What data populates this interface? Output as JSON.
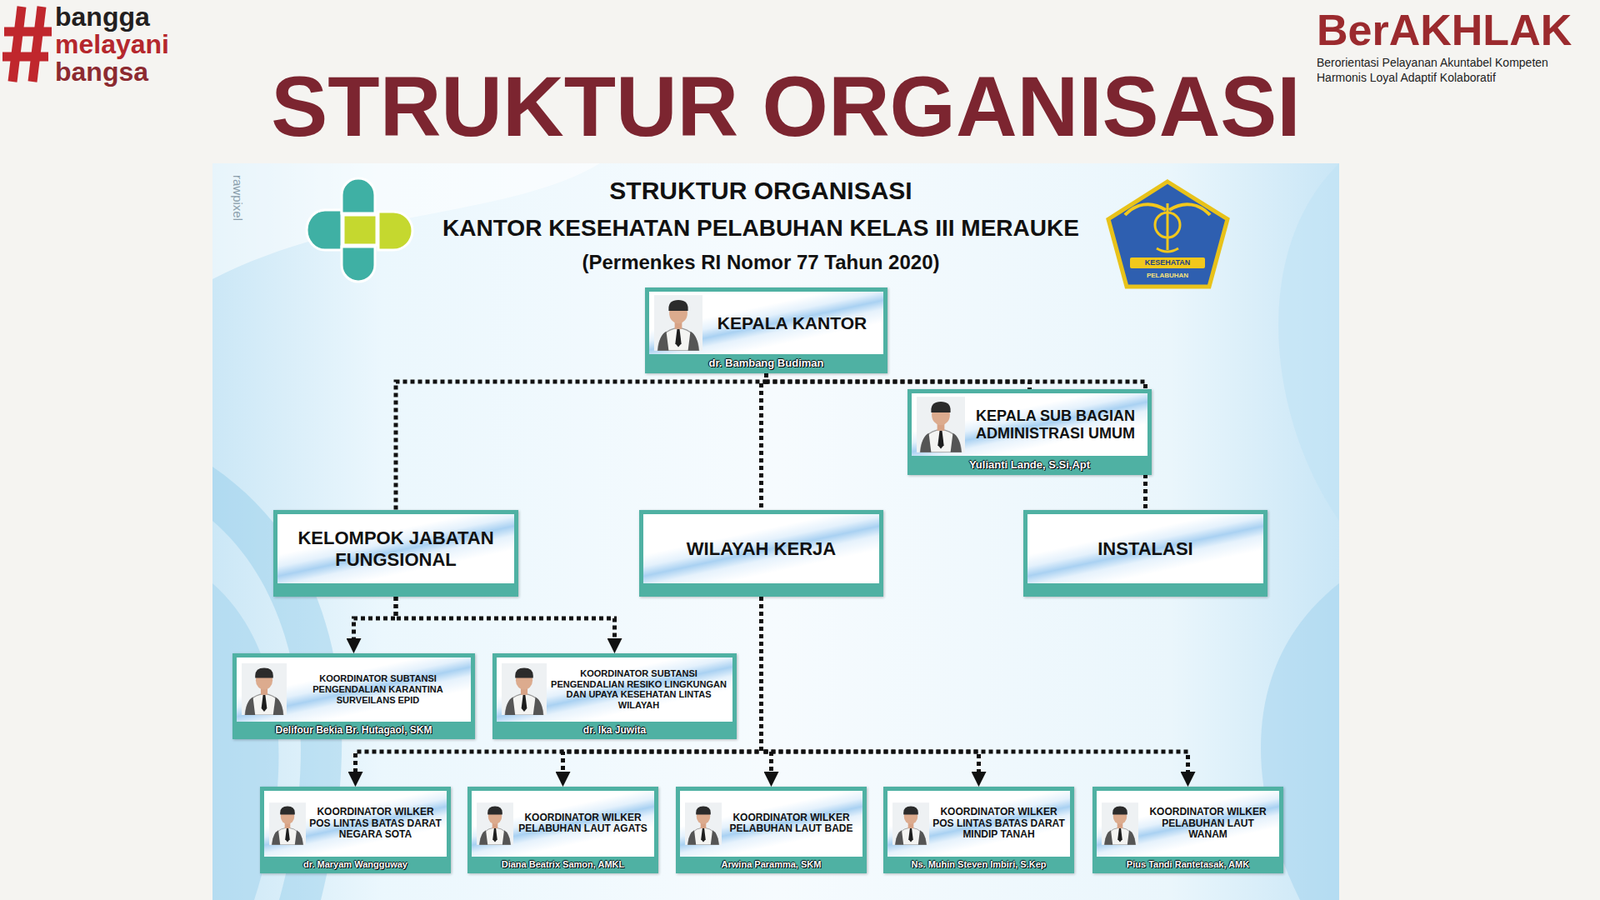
{
  "diagram": {
    "title": "STRUKTUR ORGANISASI",
    "nodes": [
      {
        "text": [
          "KEPALA KANTOR",
          "dr. Bambang Budiman"
        ]
      },
      {
        "text": [
          "KEPALA SUB BAGIAN ADMINISTRASI UMUM",
          "Yulianti Lande, S.Si,Apt"
        ]
      },
      {
        "text": [
          "KELOMPOK JABATAN FUNGSIONAL"
        ]
      },
      {
        "text": [
          "WILAYAH KERJA"
        ]
      },
      {
        "text": [
          "INSTALASI"
        ]
      },
      {
        "text": [
          "KOORDINATOR SUBTANSI PENGENDALIAN KARANTINA SURVEILANS EPID",
          "Delifour Bekia Br. Hutagaol, SKM"
        ]
      },
      {
        "text": [
          "KOORDINATOR SUBTANSI PENGENDALIAN RESIKO LINGKUNGAN DAN UPAYA KESEHATAN LINTAS WILAYAH",
          "dr. Ika Juwita"
        ]
      },
      {
        "text": [
          "KOORDINATOR WILKER POS LINTAS BATAS DARAT NEGARA SOTA",
          "dr. Maryam Wangguway"
        ]
      },
      {
        "text": [
          "KOORDINATOR WILKER PELABUHAN LAUT AGATS",
          "Diana Beatrix Samon, AMKL"
        ]
      },
      {
        "text": [
          "KOORDINATOR WILKER PELABUHAN LAUT BADE",
          "Arwina Paramma, SKM"
        ]
      },
      {
        "text": [
          "KOORDINATOR WILKER POS LINTAS BATAS DARAT MINDIP TANAH",
          "Ns. Muhin Steven Imbiri, S.Kep"
        ]
      },
      {
        "text": [
          "KOORDINATOR WILKER PELABUHAN LAUT WANAM",
          "Pius Tandi Rantetasak, AMK"
        ]
      }
    ],
    "edges": [
      {
        "from": 0,
        "to": 1,
        "arrow": "none"
      },
      {
        "from": 0,
        "to": 2,
        "arrow": "none"
      },
      {
        "from": 0,
        "to": 3,
        "arrow": "none"
      },
      {
        "from": 0,
        "to": 4,
        "arrow": "none"
      },
      {
        "from": 2,
        "to": 5,
        "arrow": "to"
      },
      {
        "from": 2,
        "to": 6,
        "arrow": "to"
      },
      {
        "from": 3,
        "to": 7,
        "arrow": "to"
      },
      {
        "from": 3,
        "to": 8,
        "arrow": "to"
      },
      {
        "from": 3,
        "to": 9,
        "arrow": "to"
      },
      {
        "from": 3,
        "to": 10,
        "arrow": "to"
      },
      {
        "from": 3,
        "to": 11,
        "arrow": "to"
      }
    ],
    "labels": [
      "bangga",
      "melayani",
      "bangsa",
      "BerAKHLAK",
      "Berorientasi Pelayanan Akuntabel Kompeten",
      "Harmonis Loyal Adaptif Kolaboratif",
      "STRUKTUR ORGANISASI",
      "KANTOR KESEHATAN PELABUHAN KELAS III MERAUKE",
      "(Permenkes RI Nomor 77 Tahun 2020)",
      "rawpixel",
      "KESEHATAN",
      "PELABUHAN"
    ]
  }
}
